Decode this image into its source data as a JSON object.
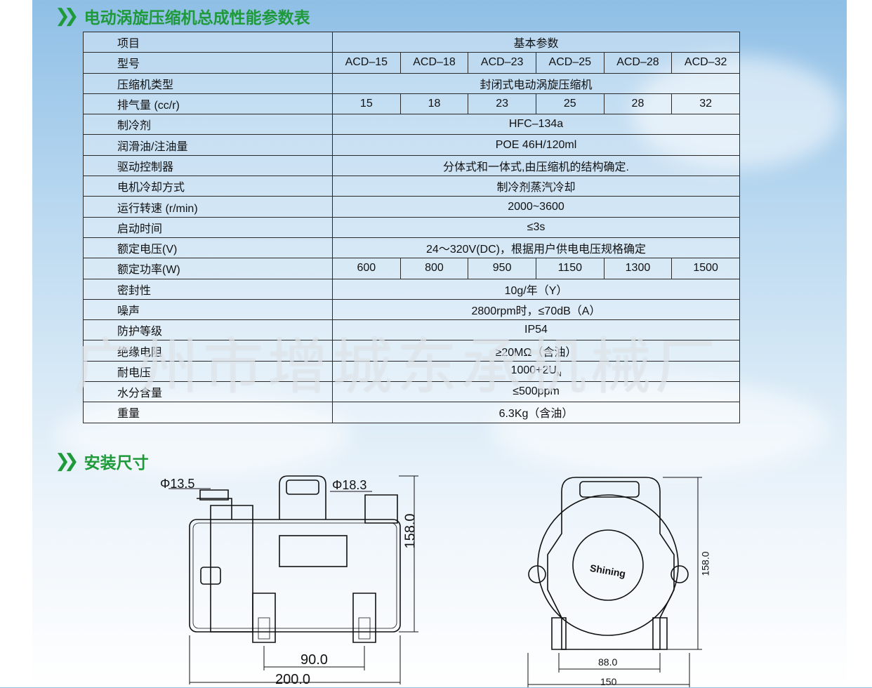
{
  "section1_title": "电动涡旋压缩机总成性能参数表",
  "section2_title": "安装尺寸",
  "table": {
    "header": {
      "label": "项目",
      "value": "基本参数"
    },
    "rows": [
      {
        "label": "型号",
        "values": [
          "ACD–15",
          "ACD–18",
          "ACD–23",
          "ACD–25",
          "ACD–28",
          "ACD–32"
        ]
      },
      {
        "label": "压缩机类型",
        "value": "封闭式电动涡旋压缩机"
      },
      {
        "label": "排气量 (cc/r)",
        "values": [
          "15",
          "18",
          "23",
          "25",
          "28",
          "32"
        ]
      },
      {
        "label": "制冷剂",
        "value": "HFC–134a"
      },
      {
        "label": "润滑油/注油量",
        "value": "POE 46H/120ml"
      },
      {
        "label": "驱动控制器",
        "value": "分体式和一体式,由压缩机的结构确定."
      },
      {
        "label": "电机冷却方式",
        "value": "制冷剂蒸汽冷却"
      },
      {
        "label": "运行转速 (r/min)",
        "value": "2000~3600"
      },
      {
        "label": "启动时间",
        "value": "≤3s"
      },
      {
        "label": "额定电压(V)",
        "value": "24～320V(DC)，根据用户供电电压规格确定"
      },
      {
        "label": "额定功率(W)",
        "values": [
          "600",
          "800",
          "950",
          "1150",
          "1300",
          "1500"
        ]
      },
      {
        "label": "密封性",
        "value": "10g/年（Y）"
      },
      {
        "label": "噪声",
        "value": "2800rpm时，≤70dB（A）"
      },
      {
        "label": "防护等级",
        "value": "IP54"
      },
      {
        "label": "绝缘电阻",
        "value": "≥20MΩ（含油）"
      },
      {
        "label": "耐电压",
        "value": "1000+2U",
        "sub": "N"
      },
      {
        "label": "水分含量",
        "value": "≤500ppm"
      },
      {
        "label": "重量",
        "value": "6.3Kg（含油）"
      }
    ]
  },
  "watermark": "广州市增城东承机械厂",
  "side_view": {
    "d1": "Φ13.5",
    "d2": "Φ18.3",
    "height": "158.0",
    "mount": "90.0",
    "length": "200.0"
  },
  "front_view": {
    "height": "158.0",
    "mount": "88.0",
    "width": "150",
    "logo": "Shining"
  }
}
